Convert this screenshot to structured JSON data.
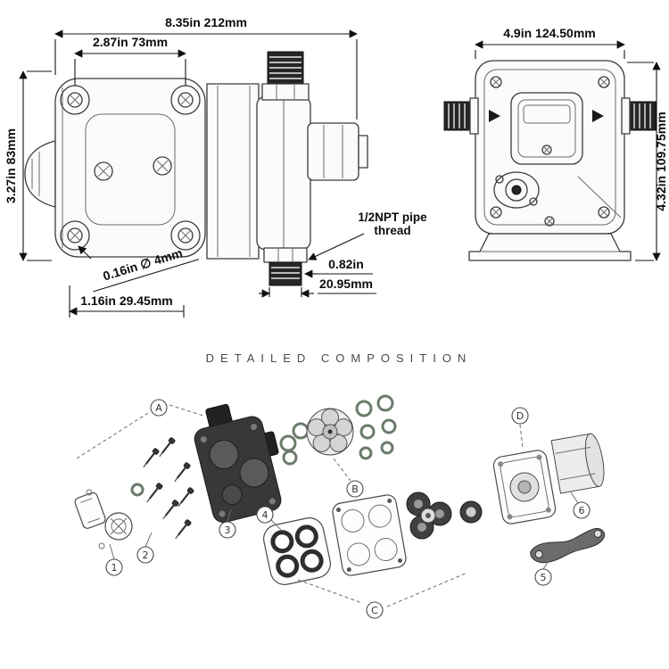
{
  "side_view": {
    "dim_overall": "8.35in  212mm",
    "dim_bolt_span": "2.87in  73mm",
    "dim_height": "3.27in 83mm",
    "dim_hole": "0.16in  ∅ 4mm",
    "dim_port_in": "0.82in",
    "dim_port_mm": "20.95mm",
    "dim_foot": "1.16in 29.45mm",
    "callout": {
      "line1": "1/2NPT pipe",
      "line2": "thread"
    }
  },
  "front_view": {
    "dim_width": "4.9in 124.50mm",
    "dim_height": "4.32in  109.75mm"
  },
  "exploded": {
    "heading": "DETAILED COMPOSITION",
    "group_labels": [
      "A",
      "B",
      "C",
      "D"
    ],
    "part_labels": [
      "1",
      "2",
      "3",
      "4",
      "5",
      "6"
    ]
  }
}
